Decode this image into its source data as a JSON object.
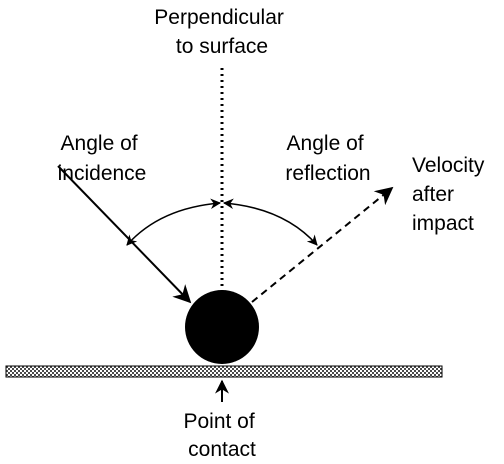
{
  "labels": {
    "perpendicular": [
      "Perpendicular",
      "to surface"
    ],
    "angle_incidence": [
      "Angle of",
      "incidence"
    ],
    "angle_reflection": [
      "Angle of",
      "reflection"
    ],
    "velocity_after": [
      "Velocity",
      "after",
      "impact"
    ],
    "point_of_contact": [
      "Point of",
      "contact"
    ]
  },
  "colors": {
    "ink": "#000000",
    "background": "#ffffff",
    "surface_hatch": "#8a8a8a"
  }
}
